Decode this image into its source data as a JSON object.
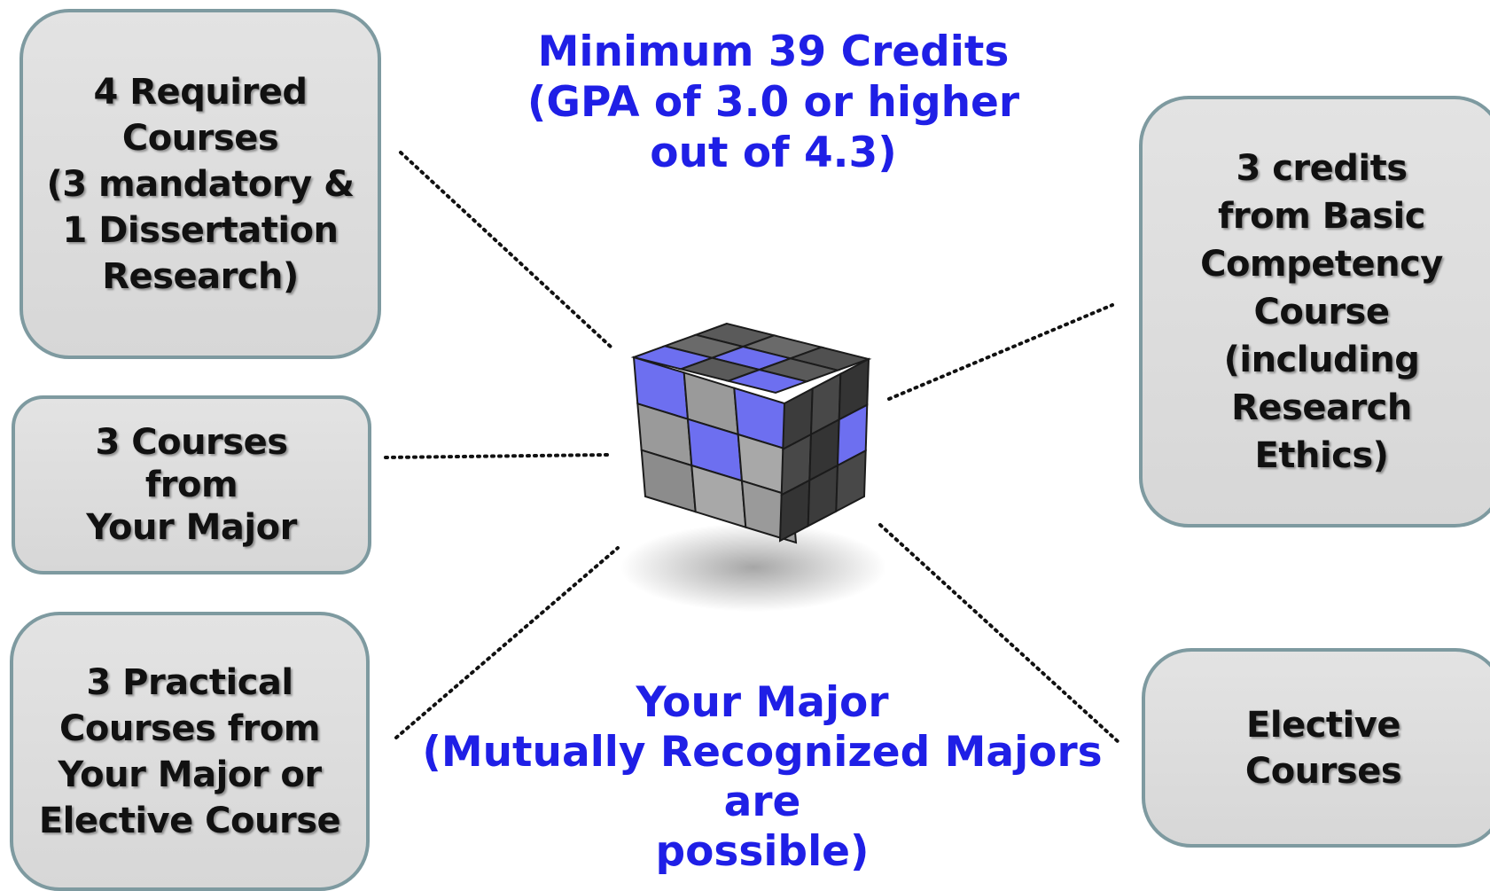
{
  "colors": {
    "headline": "#1f1fe6",
    "box_fill": "#dcdcdc",
    "box_border": "#7e9aa0",
    "box_text": "#111111",
    "cube_accent": "#6d6ff0",
    "cube_gray": "#8c8c8c"
  },
  "headline_top": "Minimum 39 Credits\n(GPA of 3.0 or higher\nout of 4.3)",
  "headline_bottom": "Your Major\n(Mutually Recognized Majors are\npossible)",
  "boxes": {
    "required": "4 Required\nCourses\n(3 mandatory &\n1 Dissertation\nResearch)",
    "major": "3 Courses\nfrom\nYour Major",
    "practical": "3 Practical\nCourses from\nYour Major or\nElective Course",
    "basic": "3 credits\nfrom Basic\nCompetency\nCourse\n(including\nResearch\nEthics)",
    "elective": "Elective\nCourses"
  },
  "center_icon": "cube-icon"
}
